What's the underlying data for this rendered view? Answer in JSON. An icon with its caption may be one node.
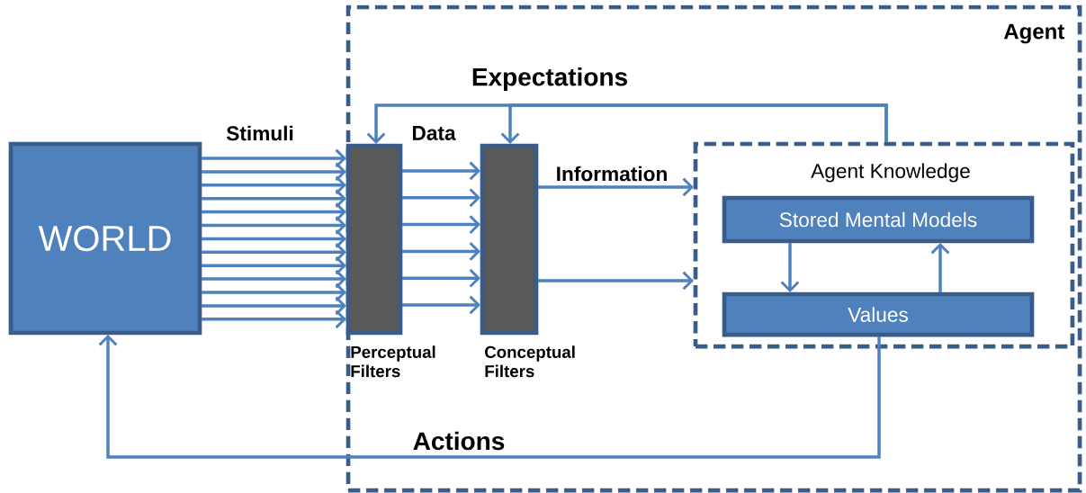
{
  "diagram": {
    "nodes": [
      {
        "text": [
          "Agent"
        ]
      },
      {
        "text": [
          "WORLD"
        ]
      },
      {
        "text": [
          "Perceptual Filters"
        ],
        "in": 0
      },
      {
        "text": [
          "Conceptual Filters"
        ],
        "in": 0
      },
      {
        "text": [
          "Agent Knowledge"
        ],
        "in": 0
      },
      {
        "text": [
          "Stored Mental Models"
        ],
        "in": 4
      },
      {
        "text": [
          "Values"
        ],
        "in": 4
      }
    ],
    "edges": [
      {
        "from": 1,
        "to": 2,
        "arrow": "to",
        "label": "Stimuli"
      },
      {
        "from": 1,
        "to": 2,
        "arrow": "to"
      },
      {
        "from": 1,
        "to": 2,
        "arrow": "to"
      },
      {
        "from": 1,
        "to": 2,
        "arrow": "to"
      },
      {
        "from": 1,
        "to": 2,
        "arrow": "to"
      },
      {
        "from": 1,
        "to": 2,
        "arrow": "to"
      },
      {
        "from": 1,
        "to": 2,
        "arrow": "to"
      },
      {
        "from": 1,
        "to": 2,
        "arrow": "to"
      },
      {
        "from": 1,
        "to": 2,
        "arrow": "to"
      },
      {
        "from": 1,
        "to": 2,
        "arrow": "to"
      },
      {
        "from": 1,
        "to": 2,
        "arrow": "to"
      },
      {
        "from": 1,
        "to": 2,
        "arrow": "to"
      },
      {
        "from": 1,
        "to": 2,
        "arrow": "to"
      },
      {
        "from": 2,
        "to": 3,
        "arrow": "to",
        "label": "Data"
      },
      {
        "from": 2,
        "to": 3,
        "arrow": "to"
      },
      {
        "from": 2,
        "to": 3,
        "arrow": "to"
      },
      {
        "from": 2,
        "to": 3,
        "arrow": "to"
      },
      {
        "from": 2,
        "to": 3,
        "arrow": "to"
      },
      {
        "from": 2,
        "to": 3,
        "arrow": "to"
      },
      {
        "from": 3,
        "to": 4,
        "arrow": "to",
        "label": "Information"
      },
      {
        "from": 3,
        "to": 4,
        "arrow": "to"
      },
      {
        "from": 4,
        "to": 2,
        "arrow": "to",
        "label": "Expectations"
      },
      {
        "from": 4,
        "to": 3,
        "arrow": "to"
      },
      {
        "from": 6,
        "to": 1,
        "arrow": "to",
        "label": "Actions"
      },
      {
        "from": 5,
        "to": 6,
        "arrow": "to"
      },
      {
        "from": 6,
        "to": 5,
        "arrow": "to"
      }
    ]
  }
}
